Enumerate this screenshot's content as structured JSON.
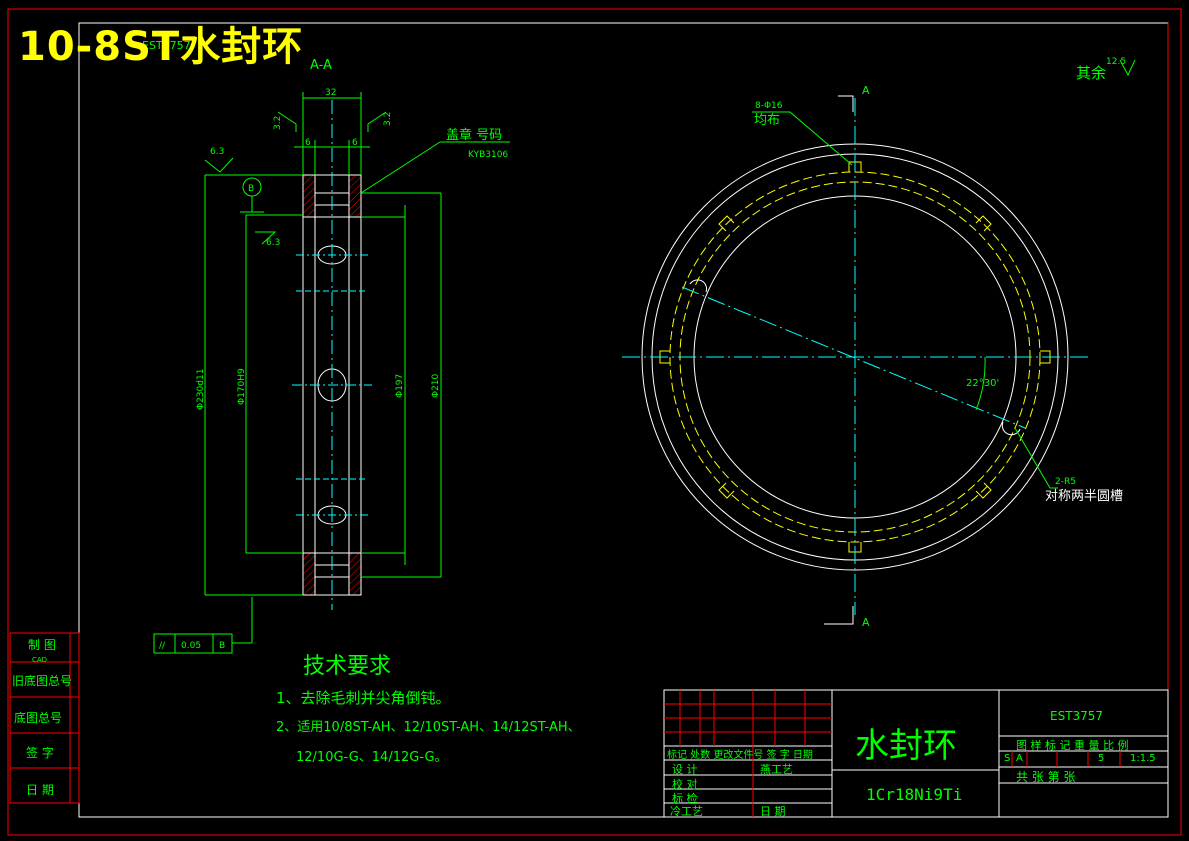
{
  "banner_title": "10-8ST水封环",
  "section_label": "A-A",
  "section_label_over": "EST3757",
  "section_mark": "A",
  "dims": {
    "width_top": "32",
    "groove_left": "6",
    "groove_right": "6",
    "rough_left": "3.2",
    "rough_right": "3.2",
    "rough_outer": "6.3",
    "rough_bore": "6.3",
    "datum": "B",
    "d_outer": "Φ230d11",
    "d_bore": "Φ170H9",
    "d_197": "Φ197",
    "d_210": "Φ210",
    "stamp_label": "盖章 号码",
    "stamp_code": "KYB3106"
  },
  "tolerance_frame": {
    "symbol": "//",
    "value": "0.05",
    "datum": "B"
  },
  "plan_view": {
    "holes_top": "8-Φ16",
    "holes_bottom": "均布",
    "angle": "22°30'",
    "slot_top": "2-R5",
    "slot_bottom": "对称两半圆槽",
    "rest_roughness_label": "其余",
    "rest_roughness_value": "12.5"
  },
  "tech_requirements": {
    "heading": "技术要求",
    "line1": "1、去除毛刺并尖角倒钝。",
    "line2": "2、适用10/8ST-AH、12/10ST-AH、14/12ST-AH、",
    "line3": "12/10G-G、14/12G-G。"
  },
  "left_column": {
    "r1": "制 图",
    "r1b": "CAD",
    "r2": "旧底图总号",
    "r3": "底图总号",
    "r4": "签 字",
    "r5": "日 期"
  },
  "title_block": {
    "part_name": "水封环",
    "material": "1Cr18Ni9Ti",
    "drawing_no": "EST3757",
    "header_row": "图 样 标 记 重 量 比 例",
    "data_mark_s": "S",
    "data_mark_a": "A",
    "data_weight": "5",
    "data_scale": "1:1.5",
    "sheet_row": "共 张 第 张",
    "rev_header": "标记 处数 更改文件号 签 字 日期",
    "design": "设 计",
    "design_cell": "燕工艺",
    "proofread": "校 对",
    "check": "标 检",
    "process": "冷工艺",
    "date_label": "日 期"
  },
  "colors": {
    "background": "#000000",
    "frame": "#ff0000",
    "lines": "#ffffff",
    "dims": "#00ff00",
    "center": "#00ffff",
    "hidden": "#ffff00",
    "hatch": "#ff0000",
    "title": "#ffff00"
  }
}
